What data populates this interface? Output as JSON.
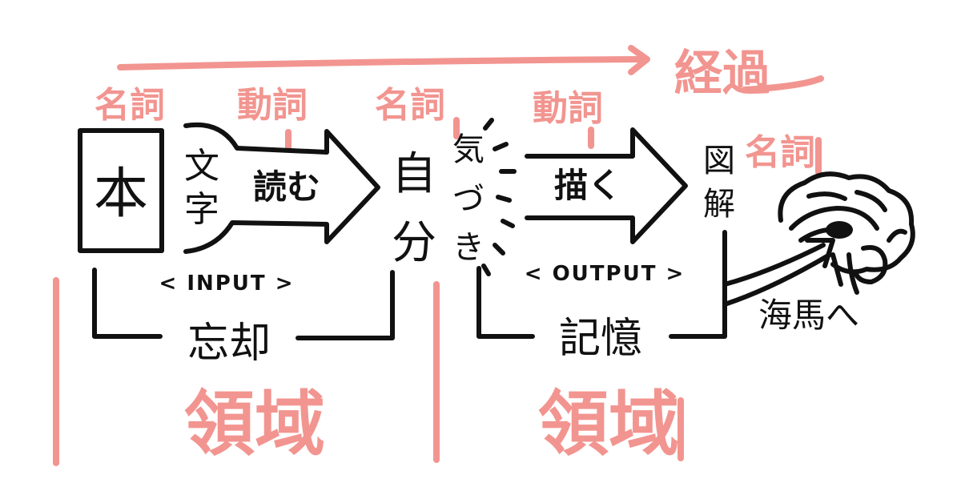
{
  "colors": {
    "ink": "#111111",
    "accent": "#f29590",
    "background": "#ffffff"
  },
  "timeline": {
    "label": "経過"
  },
  "word_classes": {
    "noun_1": "名詞",
    "verb_1": "動詞",
    "noun_2": "名詞",
    "verb_2": "動詞",
    "noun_3": "名詞"
  },
  "input_side": {
    "book": "本",
    "letters": [
      "文",
      "字"
    ],
    "action": "読む",
    "mode_label": "< INPUT >",
    "loss_label": "忘却"
  },
  "center": {
    "self": [
      "自",
      "分"
    ],
    "awareness": [
      "気",
      "づ",
      "き"
    ]
  },
  "output_side": {
    "action": "描く",
    "mode_label": "< OUTPUT >",
    "retain_label": "記憶",
    "diagram": [
      "図",
      "解"
    ],
    "destination": "海馬へ",
    "brain_icon": "brain-icon"
  },
  "domains": {
    "left": "領域",
    "right": "領域"
  }
}
